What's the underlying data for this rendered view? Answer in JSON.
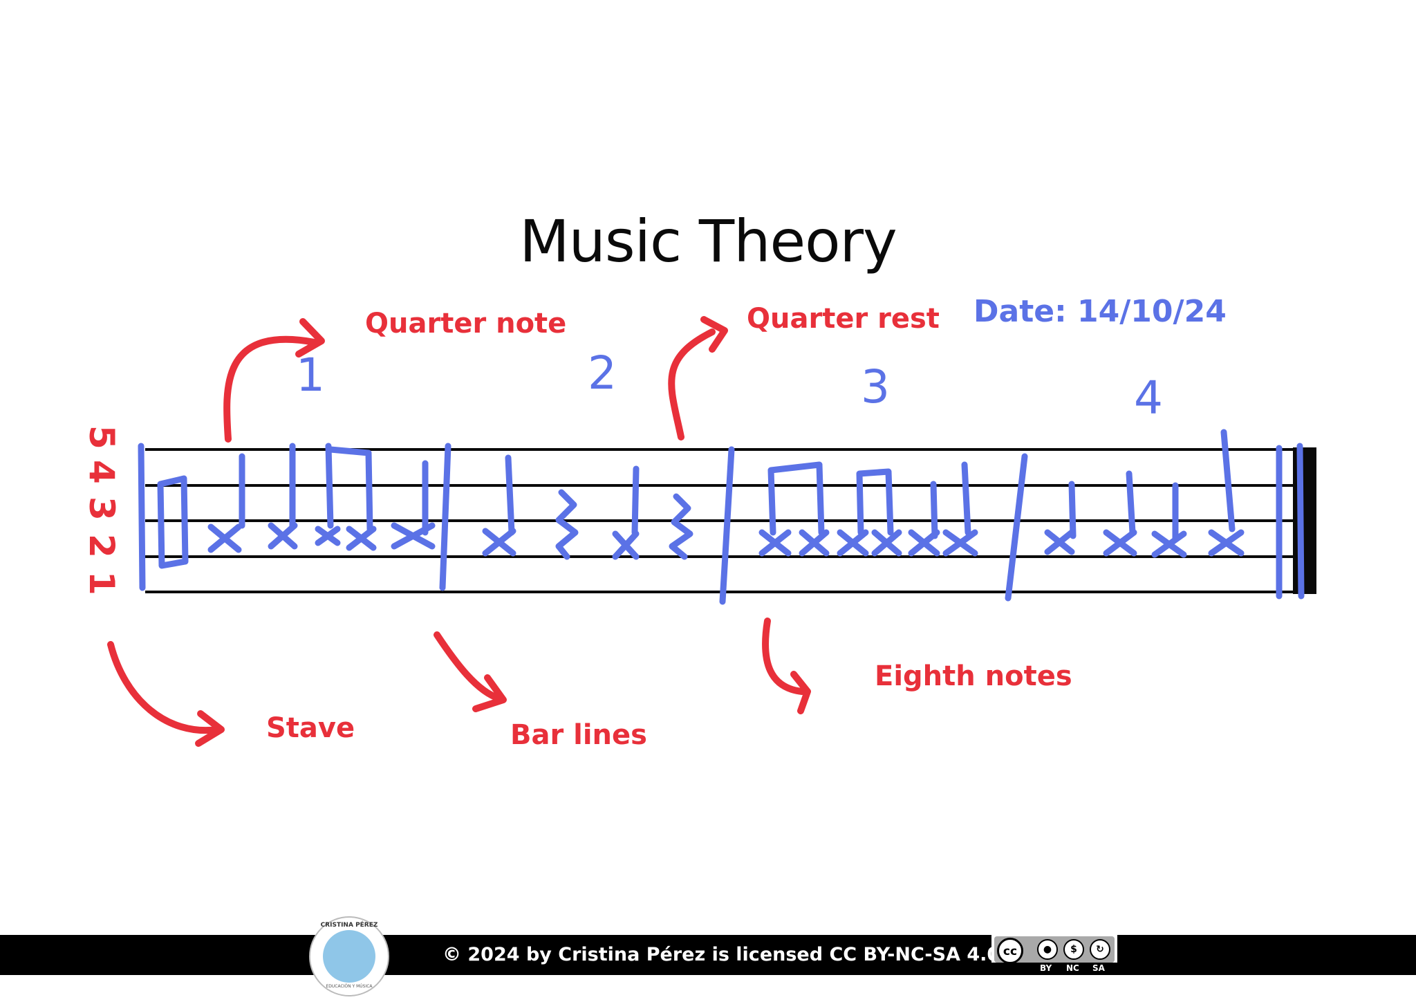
{
  "title": "Music Theory",
  "date": "Date: 14/10/24",
  "labels": {
    "quarter_note": "Quarter note",
    "quarter_rest": "Quarter rest",
    "stave": "Stave",
    "bar_lines": "Bar lines",
    "eighth_notes": "Eighth notes"
  },
  "line_numbers": [
    "5",
    "4",
    "3",
    "2",
    "1"
  ],
  "beat_numbers": [
    "1",
    "2",
    "3",
    "4"
  ],
  "footer": {
    "text": "© 2024 by Cristina Pérez is licensed CC BY-NC-SA 4.0.",
    "badge_top": "CRISTINA PÉREZ",
    "badge_bottom": "EDUCACIÓN Y MÚSICA",
    "license_icon": "cc",
    "license_terms": [
      "BY",
      "NC",
      "SA"
    ]
  },
  "colors": {
    "annotation_red": "#e8303a",
    "handwriting_blue": "#5b72e6",
    "staff_black": "#0a0a0a",
    "footer_bg": "#000000"
  }
}
